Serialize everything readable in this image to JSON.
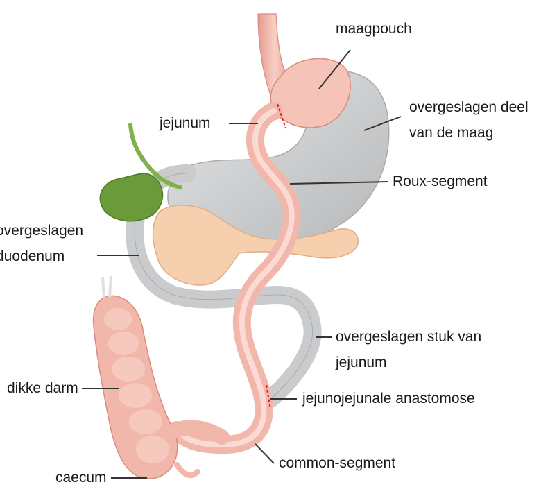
{
  "labels": {
    "maagpouch": "maagpouch",
    "jejunum_top": "jejunum",
    "overgeslagen_deel_1": "overgeslagen deel",
    "overgeslagen_deel_2": "van de maag",
    "roux_segment": "Roux-segment",
    "overgeslagen_duodenum_1": "overgeslagen",
    "overgeslagen_duodenum_2": "duodenum",
    "overgeslagen_stuk_1": "overgeslagen stuk van",
    "overgeslagen_stuk_2": "jejunum",
    "dikke_darm": "dikke darm",
    "jejunojejunale": "jejunojejunale anastomose",
    "caecum": "caecum",
    "common_segment": "common-segment"
  },
  "colors": {
    "intestine_pink": "#f2b7ab",
    "bypassed_gray": "#c9cbcd",
    "gallbladder_green": "#6a9a3a",
    "pancreas_peach": "#f5cfae",
    "anastomosis_red": "#e02020",
    "leader_line": "#333333"
  }
}
